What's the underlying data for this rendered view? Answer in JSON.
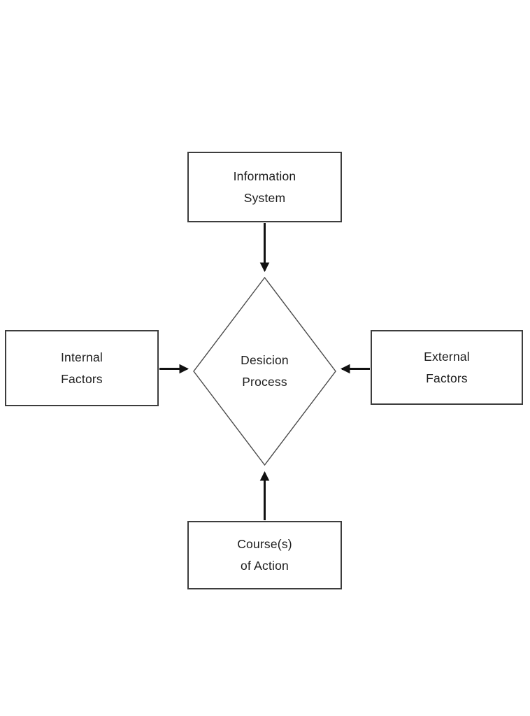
{
  "diagram": {
    "title": "Decision process flowchart",
    "nodes": {
      "information_system": {
        "label": "Information\nSystem",
        "shape": "rectangle",
        "position": "top"
      },
      "internal_factors": {
        "label": "Internal\nFactors",
        "shape": "rectangle",
        "position": "left"
      },
      "external_factors": {
        "label": "External\nFactors",
        "shape": "rectangle",
        "position": "right"
      },
      "courses_of_action": {
        "label": "Course(s)\nof Action",
        "shape": "rectangle",
        "position": "bottom"
      },
      "decision_process": {
        "label": "Desicion\nProcess",
        "shape": "diamond",
        "position": "center"
      }
    },
    "edges": [
      {
        "from": "information_system",
        "to": "decision_process",
        "direction": "down"
      },
      {
        "from": "internal_factors",
        "to": "decision_process",
        "direction": "right"
      },
      {
        "from": "external_factors",
        "to": "decision_process",
        "direction": "left"
      },
      {
        "from": "courses_of_action",
        "to": "decision_process",
        "direction": "up"
      }
    ],
    "colors": {
      "background": "#ffffff",
      "box_border": "#3d3d3d",
      "diamond_border": "#4a4a4a",
      "arrow": "#111111",
      "text": "#1c1c1c"
    }
  }
}
